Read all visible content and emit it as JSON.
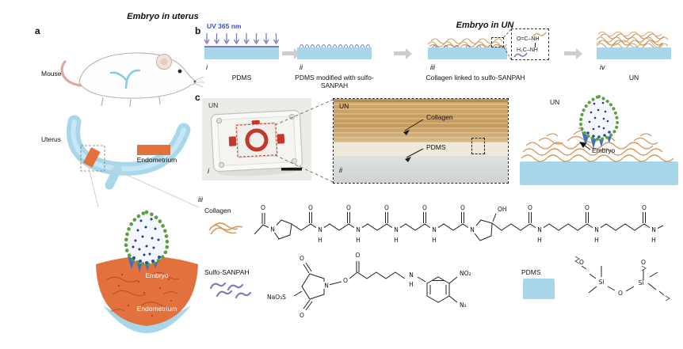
{
  "panel_a": {
    "label": "a",
    "title": "Embryo in uterus",
    "mouse": "Mouse",
    "uterus": "Uterus",
    "endometrium_legend": "Endometrium",
    "embryo": "Embryo",
    "endometrium": "Endometrium"
  },
  "panel_b": {
    "label": "b",
    "title": "Embryo in UN",
    "uv": "UV 365 nm",
    "steps": [
      {
        "num": "i",
        "caption": "PDMS"
      },
      {
        "num": "ii",
        "caption": "PDMS modified with sulfo-SANPAH"
      },
      {
        "num": "iii",
        "caption": "Collagen linked to sulfo-SANPAH"
      },
      {
        "num": "iv",
        "caption": "UN"
      }
    ],
    "inset": {
      "line1": "O=C–NH",
      "line2": "H₂C–NH"
    }
  },
  "panel_c": {
    "label": "c",
    "device": {
      "num": "i",
      "un": "UN"
    },
    "micrograph": {
      "num": "ii",
      "un": "UN",
      "collagen": "Collagen",
      "pdms": "PDMS"
    },
    "schematic": {
      "un": "UN",
      "embryo": "Embryo"
    }
  },
  "panel_chem": {
    "label": "iii",
    "collagen_name": "Collagen",
    "sulfo_name": "Sulfo-SANPAH",
    "pdms_name": "PDMS",
    "atoms": {
      "o": "O",
      "n": "N",
      "h": "H",
      "oh": "OH",
      "si": "Si",
      "nao3s": "NaO₃S",
      "no2": "NO₂",
      "n3": "N₃"
    }
  },
  "colors": {
    "pdms_blue": "#a9d7ea",
    "collagen_orange": "#d59a62",
    "endometrium_orange": "#e2713d",
    "sanpah_purple": "#8577bd",
    "uv_blue": "#3a50c9",
    "embryo_green": "#5f9e3e",
    "nucleus_blue": "#27348b",
    "trophoblast_blue": "#3f6fbe",
    "well_red": "#c0392b"
  }
}
